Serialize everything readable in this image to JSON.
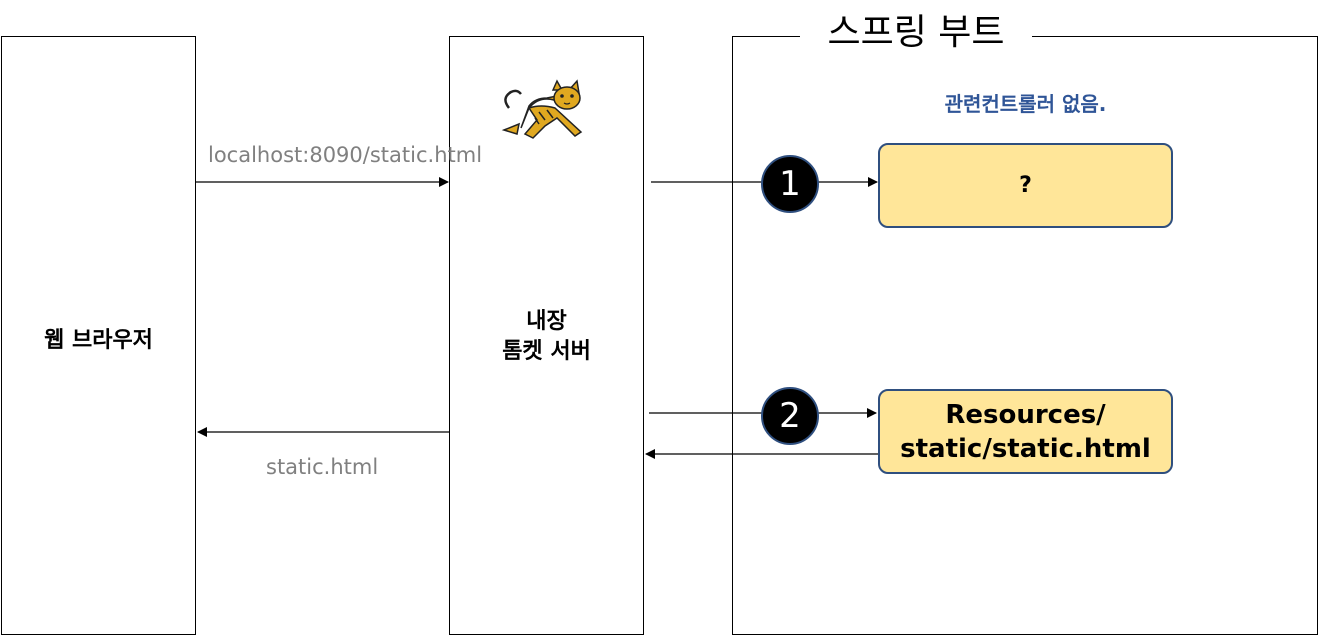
{
  "nodes": {
    "browser": "웹 브라우저",
    "tomcat_line1": "내장",
    "tomcat_line2": "톰켓 서버",
    "spring_title": "스프링 부트",
    "no_controller": "관련컨트롤러 없음.",
    "unknown_box": "?",
    "resource_line1": "Resources/",
    "resource_line2": "static/static.html"
  },
  "steps": {
    "one": "1",
    "two": "2"
  },
  "edges": {
    "request": "localhost:8090/static.html",
    "response": "static.html"
  },
  "icons": {
    "server_logo": "tomcat-cat-icon"
  },
  "colors": {
    "box_fill": "#ffe699",
    "box_border": "#2f4f7f",
    "note_text": "#2f5597",
    "edge_label": "#808080"
  }
}
